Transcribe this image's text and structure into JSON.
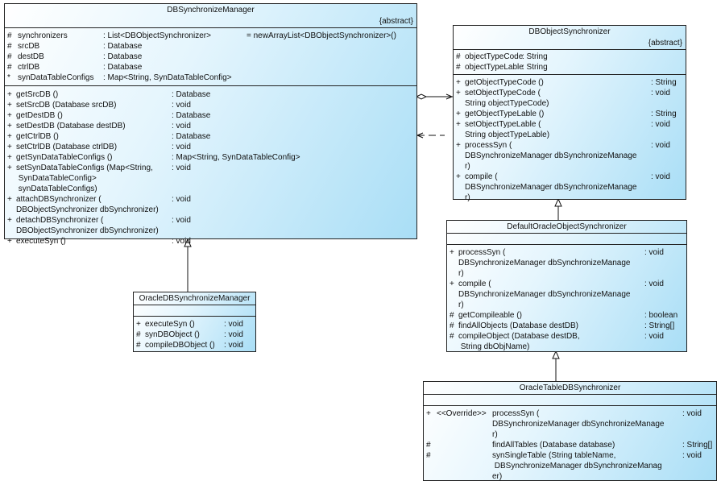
{
  "classes": [
    {
      "title": "DBSynchronizeManager",
      "stereotype": "{abstract}",
      "attributes": [
        {
          "vis": "#",
          "name": "synchronizers",
          "type": ": List<DBObjectSynchronizer>",
          "init": "= newArrayList<DBObjectSynchronizer>()"
        },
        {
          "vis": "#",
          "name": "srcDB",
          "type": ": Database"
        },
        {
          "vis": "#",
          "name": "destDB",
          "type": ": Database"
        },
        {
          "vis": "#",
          "name": "ctrlDB",
          "type": ": Database"
        },
        {
          "vis": "*",
          "name": "synDataTableConfigs",
          "type": ": Map<String, SynDataTableConfig>"
        }
      ],
      "methods": [
        {
          "vis": "+",
          "name": "getSrcDB ()",
          "type": ": Database"
        },
        {
          "vis": "+",
          "name": "setSrcDB (Database srcDB)",
          "type": ": void"
        },
        {
          "vis": "+",
          "name": "getDestDB ()",
          "type": ": Database"
        },
        {
          "vis": "+",
          "name": "setDestDB (Database destDB)",
          "type": ": void"
        },
        {
          "vis": "+",
          "name": "getCtrlDB ()",
          "type": ": Database"
        },
        {
          "vis": "+",
          "name": "setCtrlDB (Database ctrlDB)",
          "type": ": void"
        },
        {
          "vis": "+",
          "name": "getSynDataTableConfigs ()",
          "type": ": Map<String, SynDataTableConfig>"
        },
        {
          "vis": "+",
          "name": "setSynDataTableConfigs (Map<String,\n SynDataTableConfig>\n synDataTableConfigs)",
          "type": ": void"
        },
        {
          "vis": "+",
          "name": "attachDBSynchronizer (\nDBObjectSynchronizer dbSynchronizer)",
          "type": ": void"
        },
        {
          "vis": "+",
          "name": "detachDBSynchronizer (\nDBObjectSynchronizer dbSynchronizer)",
          "type": ": void"
        },
        {
          "vis": "+",
          "name": "executeSyn ()",
          "type": ": void"
        }
      ]
    },
    {
      "title": "DBObjectSynchronizer",
      "stereotype": "{abstract}",
      "attributes": [
        {
          "vis": "#",
          "name": "objectTypeCode",
          "type": ": String"
        },
        {
          "vis": "#",
          "name": "objectTypeLable",
          "type": ": String"
        }
      ],
      "methods": [
        {
          "vis": "+",
          "name": "getObjectTypeCode ()",
          "type": ": String"
        },
        {
          "vis": "+",
          "name": "setObjectTypeCode (\nString objectTypeCode)",
          "type": ": void"
        },
        {
          "vis": "+",
          "name": "getObjectTypeLable ()",
          "type": ": String"
        },
        {
          "vis": "+",
          "name": "setObjectTypeLable (\nString objectTypeLable)",
          "type": ": void"
        },
        {
          "vis": "+",
          "name": "processSyn (\nDBSynchronizeManager dbSynchronizeManage\nr)",
          "type": ": void"
        },
        {
          "vis": "+",
          "name": "compile (\nDBSynchronizeManager dbSynchronizeManage\nr)",
          "type": ": void"
        }
      ]
    },
    {
      "title": "DefaultOracleObjectSynchronizer",
      "stereotype": "",
      "attributes": [],
      "methods": [
        {
          "vis": "+",
          "name": "processSyn (\nDBSynchronizeManager dbSynchronizeManage\nr)",
          "type": ": void"
        },
        {
          "vis": "+",
          "name": "compile (\nDBSynchronizeManager dbSynchronizeManage\nr)",
          "type": ": void"
        },
        {
          "vis": "#",
          "name": "getCompileable ()",
          "type": ": boolean"
        },
        {
          "vis": "#",
          "name": "findAllObjects (Database destDB)",
          "type": ": String[]"
        },
        {
          "vis": "#",
          "name": "compileObject (Database destDB,\n String dbObjName)",
          "type": ": void"
        }
      ]
    },
    {
      "title": "OracleTableDBSynchronizer",
      "stereotype": "",
      "attributes": [],
      "methods": [
        {
          "vis": "+",
          "stereo": "<<Override>>",
          "name": "processSyn (\nDBSynchronizeManager dbSynchronizeManage\nr)",
          "type": ": void"
        },
        {
          "vis": "#",
          "name": "findAllTables (Database database)",
          "type": ": String[]"
        },
        {
          "vis": "#",
          "name": "synSingleTable (String tableName,\n DBSynchronizeManager dbSynchronizeManag\ner)",
          "type": ": void"
        }
      ]
    },
    {
      "title": "OracleDBSynchronizeManager",
      "stereotype": "",
      "attributes": [],
      "methods": [
        {
          "vis": "+",
          "name": "executeSyn ()",
          "type": ": void"
        },
        {
          "vis": "#",
          "name": "synDBObject ()",
          "type": ": void"
        },
        {
          "vis": "#",
          "name": "compileDBObject ()",
          "type": ": void"
        }
      ]
    }
  ],
  "relationships": [
    {
      "type": "aggregation",
      "from": "DBSynchronizeManager",
      "to": "DBObjectSynchronizer"
    },
    {
      "type": "dependency",
      "from": "DBObjectSynchronizer",
      "to": "DBSynchronizeManager"
    },
    {
      "type": "generalization",
      "from": "OracleDBSynchronizeManager",
      "to": "DBSynchronizeManager"
    },
    {
      "type": "generalization",
      "from": "DefaultOracleObjectSynchronizer",
      "to": "DBObjectSynchronizer"
    },
    {
      "type": "generalization",
      "from": "OracleTableDBSynchronizer",
      "to": "DefaultOracleObjectSynchronizer"
    }
  ]
}
